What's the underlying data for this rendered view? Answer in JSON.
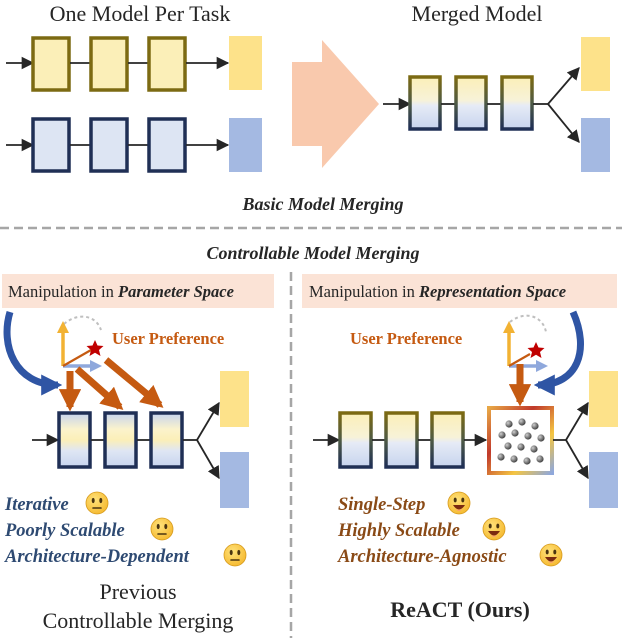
{
  "top": {
    "left_title": "One Model Per Task",
    "right_title": "Merged Model",
    "caption": "Basic Model Merging"
  },
  "bottom": {
    "caption": "Controllable Model Merging",
    "left": {
      "manipulation_prefix": "Manipulation in ",
      "manipulation_space": "Parameter Space",
      "user_preference": "User Preference",
      "properties": [
        "Iterative",
        "Poorly Scalable",
        "Architecture-Dependent"
      ],
      "title_line1": "Previous",
      "title_line2": "Controllable Merging"
    },
    "right": {
      "manipulation_prefix": "Manipulation in ",
      "manipulation_space": "Representation Space",
      "user_preference": "User Preference",
      "properties": [
        "Single-Step",
        "Highly Scalable",
        "Architecture-Agnostic"
      ],
      "title": "ReACT (Ours)"
    }
  },
  "colors": {
    "yellow_fill": "#fbefb8",
    "yellow_border": "#7c6a12",
    "blue_fill": "#dde5f3",
    "blue_border": "#1f2f55",
    "yellow_output": "#fde28a",
    "blue_output": "#a4b9e2",
    "big_arrow": "#f9c9ad",
    "label_box": "#fbe3d6",
    "orange_text": "#c55a11",
    "blue_text": "#2e4a72",
    "brown_text": "#8a4a16",
    "dashed_gray": "#a6a6a6"
  }
}
